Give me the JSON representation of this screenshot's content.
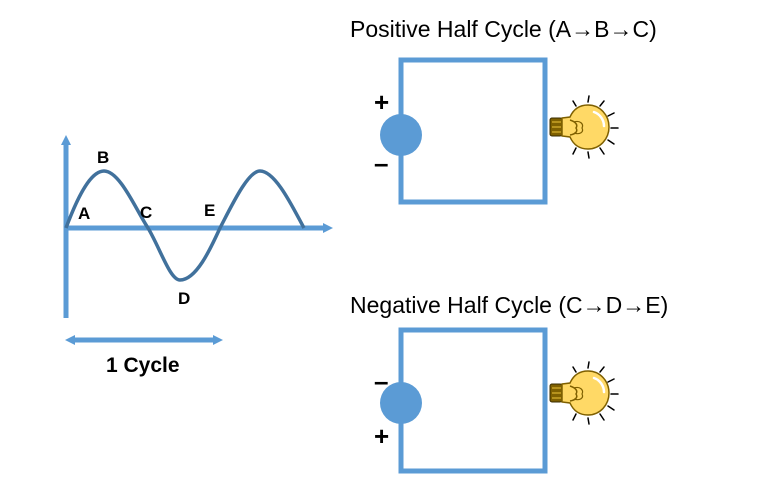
{
  "colors": {
    "line": "#5b9bd5",
    "wave": "#41719c",
    "source": "#5b9bd5",
    "bulb_glass": "#ffd966",
    "bulb_base": "#7f6000",
    "text": "#000000"
  },
  "waveform": {
    "points": [
      "A",
      "B",
      "C",
      "D",
      "E"
    ],
    "cycle_label": "1 Cycle"
  },
  "positive": {
    "title": "Positive Half Cycle (A→B→C)",
    "top_sign": "+",
    "bottom_sign": "–"
  },
  "negative": {
    "title": "Negative Half Cycle (C→D→E)",
    "top_sign": "–",
    "bottom_sign": "+"
  },
  "icons": [
    "lightbulb-icon",
    "ac-source-icon",
    "arrow-icon"
  ]
}
